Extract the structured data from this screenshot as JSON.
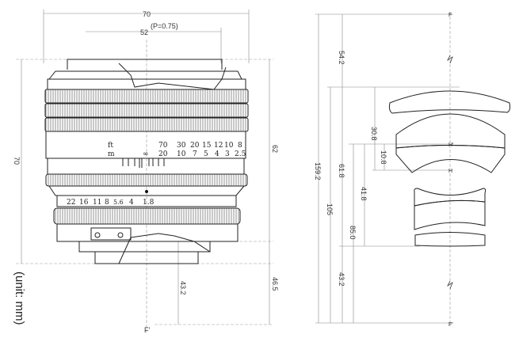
{
  "unit_label": "(unit: mm)",
  "lens_drawing": {
    "width_label": "70",
    "thread_label": "52",
    "pitch_label": "(P=0.75)",
    "height_label": "70",
    "length_label": "62",
    "flange_label": "46.5",
    "back_label": "43.2",
    "focal_point_label": "F'",
    "distance_scale": {
      "ft_label": "ft",
      "m_label": "m",
      "infinity": "∞",
      "ft_values": [
        "70",
        "30",
        "20",
        "15",
        "12",
        "10",
        "8"
      ],
      "m_values": [
        "20",
        "10",
        "7",
        "5",
        "4",
        "3",
        "2.5"
      ]
    },
    "aperture_scale": [
      "22",
      "16",
      "11",
      "8",
      "5.6",
      "4",
      "1.8"
    ]
  },
  "optical_diagram": {
    "total_label": "159.2",
    "front_label": "54.2",
    "l105_label": "105",
    "l618_label": "61.8",
    "l850_label": "85.0",
    "l418_label": "41.8",
    "l308_label": "30.8",
    "l108_label": "10.8",
    "rear_label": "43.2",
    "f_label": "F",
    "f_prime_label": "F'",
    "h_label": "H",
    "h_prime_label": "H'"
  }
}
